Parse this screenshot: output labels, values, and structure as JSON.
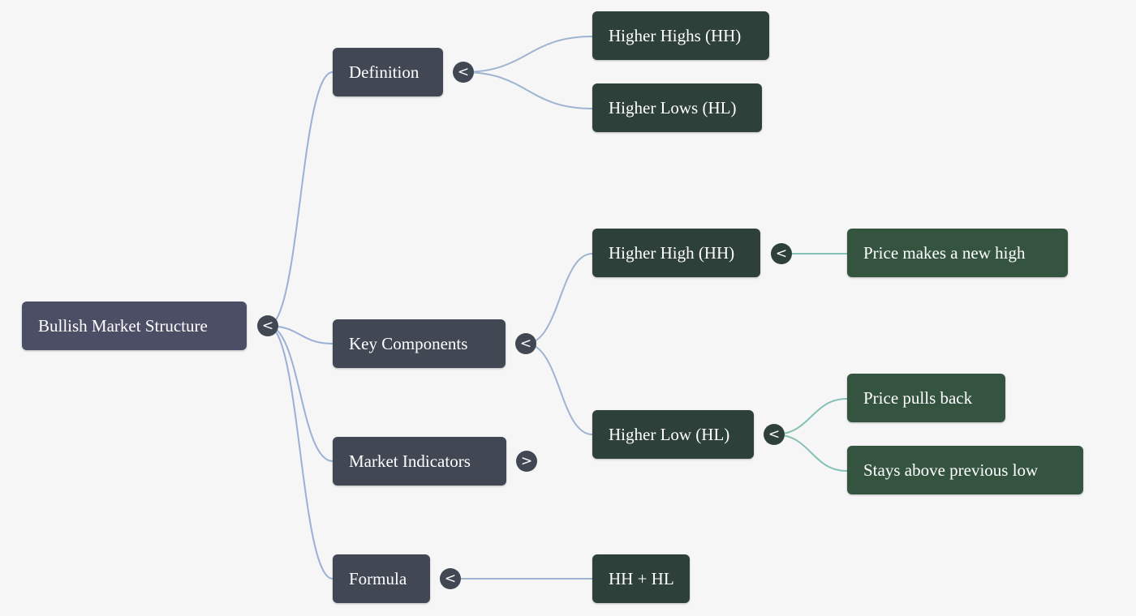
{
  "mindmap": {
    "root": {
      "label": "Bullish Market Structure",
      "toggle": "<"
    },
    "definition": {
      "label": "Definition",
      "toggle": "<",
      "children": [
        "Higher Highs (HH)",
        "Higher Lows (HL)"
      ]
    },
    "key_components": {
      "label": "Key Components",
      "toggle": "<",
      "higher_high": {
        "label": "Higher High (HH)",
        "toggle": "<",
        "children": [
          "Price makes a new high"
        ]
      },
      "higher_low": {
        "label": "Higher Low (HL)",
        "toggle": "<",
        "children": [
          "Price pulls back",
          "Stays above previous low"
        ]
      }
    },
    "market_indicators": {
      "label": "Market Indicators",
      "toggle": ">"
    },
    "formula": {
      "label": "Formula",
      "toggle": "<",
      "children": [
        "HH + HL"
      ]
    }
  },
  "colors": {
    "background": "#f6f6f6",
    "root_node": "#4b4e65",
    "branch_node": "#414854",
    "leaf_node": "#2e403a",
    "deep_leaf_node": "#355440",
    "connector_blue": "#9fb4d0",
    "connector_teal": "#86c1b6"
  }
}
